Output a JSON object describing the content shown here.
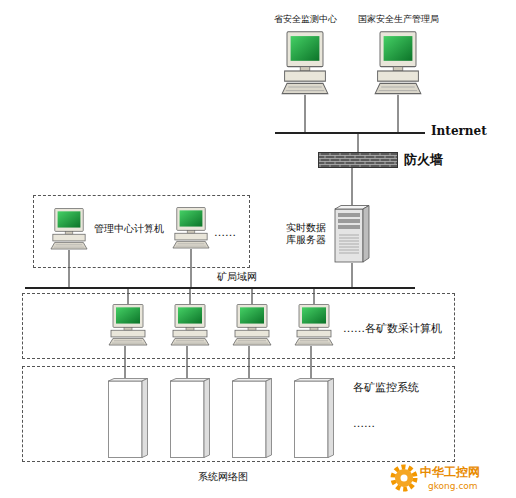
{
  "diagram": {
    "caption": "系统网络图",
    "nodes": [
      {
        "text": [
          "省安全监测中心"
        ]
      },
      {
        "text": [
          "国家安全生产管理局"
        ]
      },
      {
        "text": [
          "Internet"
        ]
      },
      {
        "text": [
          "防火墙"
        ]
      },
      {
        "text": [
          "实时数据库服务器"
        ]
      },
      {
        "text": [
          "……"
        ]
      },
      {
        "text": [
          "管理中心计算机"
        ],
        "in": 5
      },
      {
        "text": [
          "矿局域网"
        ]
      },
      {
        "text": [
          "……各矿数采计算机"
        ]
      },
      {
        "text": [
          "各矿监控系统",
          "……"
        ]
      }
    ],
    "edges": [
      {
        "from": 0,
        "to": 2,
        "arrow": "none"
      },
      {
        "from": 1,
        "to": 2,
        "arrow": "none"
      },
      {
        "from": 2,
        "to": 3,
        "arrow": "none"
      },
      {
        "from": 3,
        "to": 4,
        "arrow": "none"
      },
      {
        "from": 4,
        "to": 7,
        "arrow": "none"
      },
      {
        "from": 6,
        "to": 7,
        "arrow": "none"
      }
    ],
    "labels": [
      "中华工控网",
      "gkong.com"
    ]
  }
}
